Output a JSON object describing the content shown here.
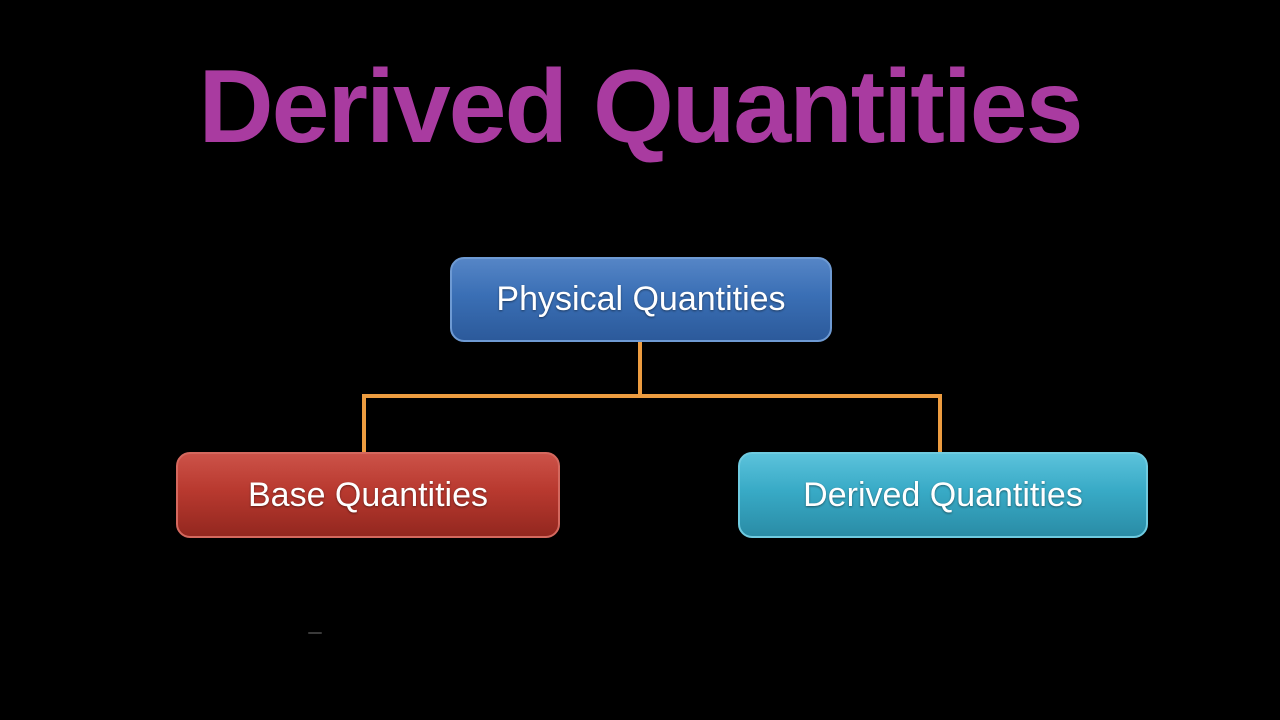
{
  "title": "Derived Quantities",
  "colors": {
    "background": "#000000",
    "title_text": "#A93BA0",
    "connector": "#ED9C40",
    "root_box": "#3A6FB5",
    "base_box": "#B8392F",
    "derived_box": "#38AAC6",
    "box_text": "#FFFFFF"
  },
  "diagram": {
    "type": "hierarchy",
    "root": {
      "label": "Physical Quantities"
    },
    "children": [
      {
        "label": "Base Quantities"
      },
      {
        "label": "Derived Quantities"
      }
    ]
  }
}
